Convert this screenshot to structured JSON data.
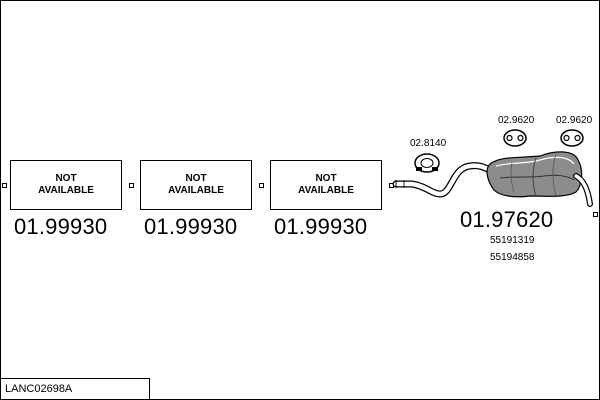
{
  "diagram_code": "LANC02698A",
  "sections": [
    {
      "line1": "NOT",
      "line2": "AVAILABLE",
      "part_number": "01.99930"
    },
    {
      "line1": "NOT",
      "line2": "AVAILABLE",
      "part_number": "01.99930"
    },
    {
      "line1": "NOT",
      "line2": "AVAILABLE",
      "part_number": "01.99930"
    }
  ],
  "rear_silencer": {
    "part_number": "01.97620",
    "oem_numbers": [
      "55191319",
      "55194858"
    ]
  },
  "accessories": [
    {
      "part_number": "02.8140",
      "icon": "gasket-clamp-icon"
    },
    {
      "part_number": "02.9620",
      "icon": "rubber-mount-icon"
    },
    {
      "part_number": "02.9620",
      "icon": "rubber-mount-icon"
    }
  ],
  "colors": {
    "line": "#000000",
    "background": "#ffffff",
    "silencer_fill": "#8c8c8c"
  }
}
